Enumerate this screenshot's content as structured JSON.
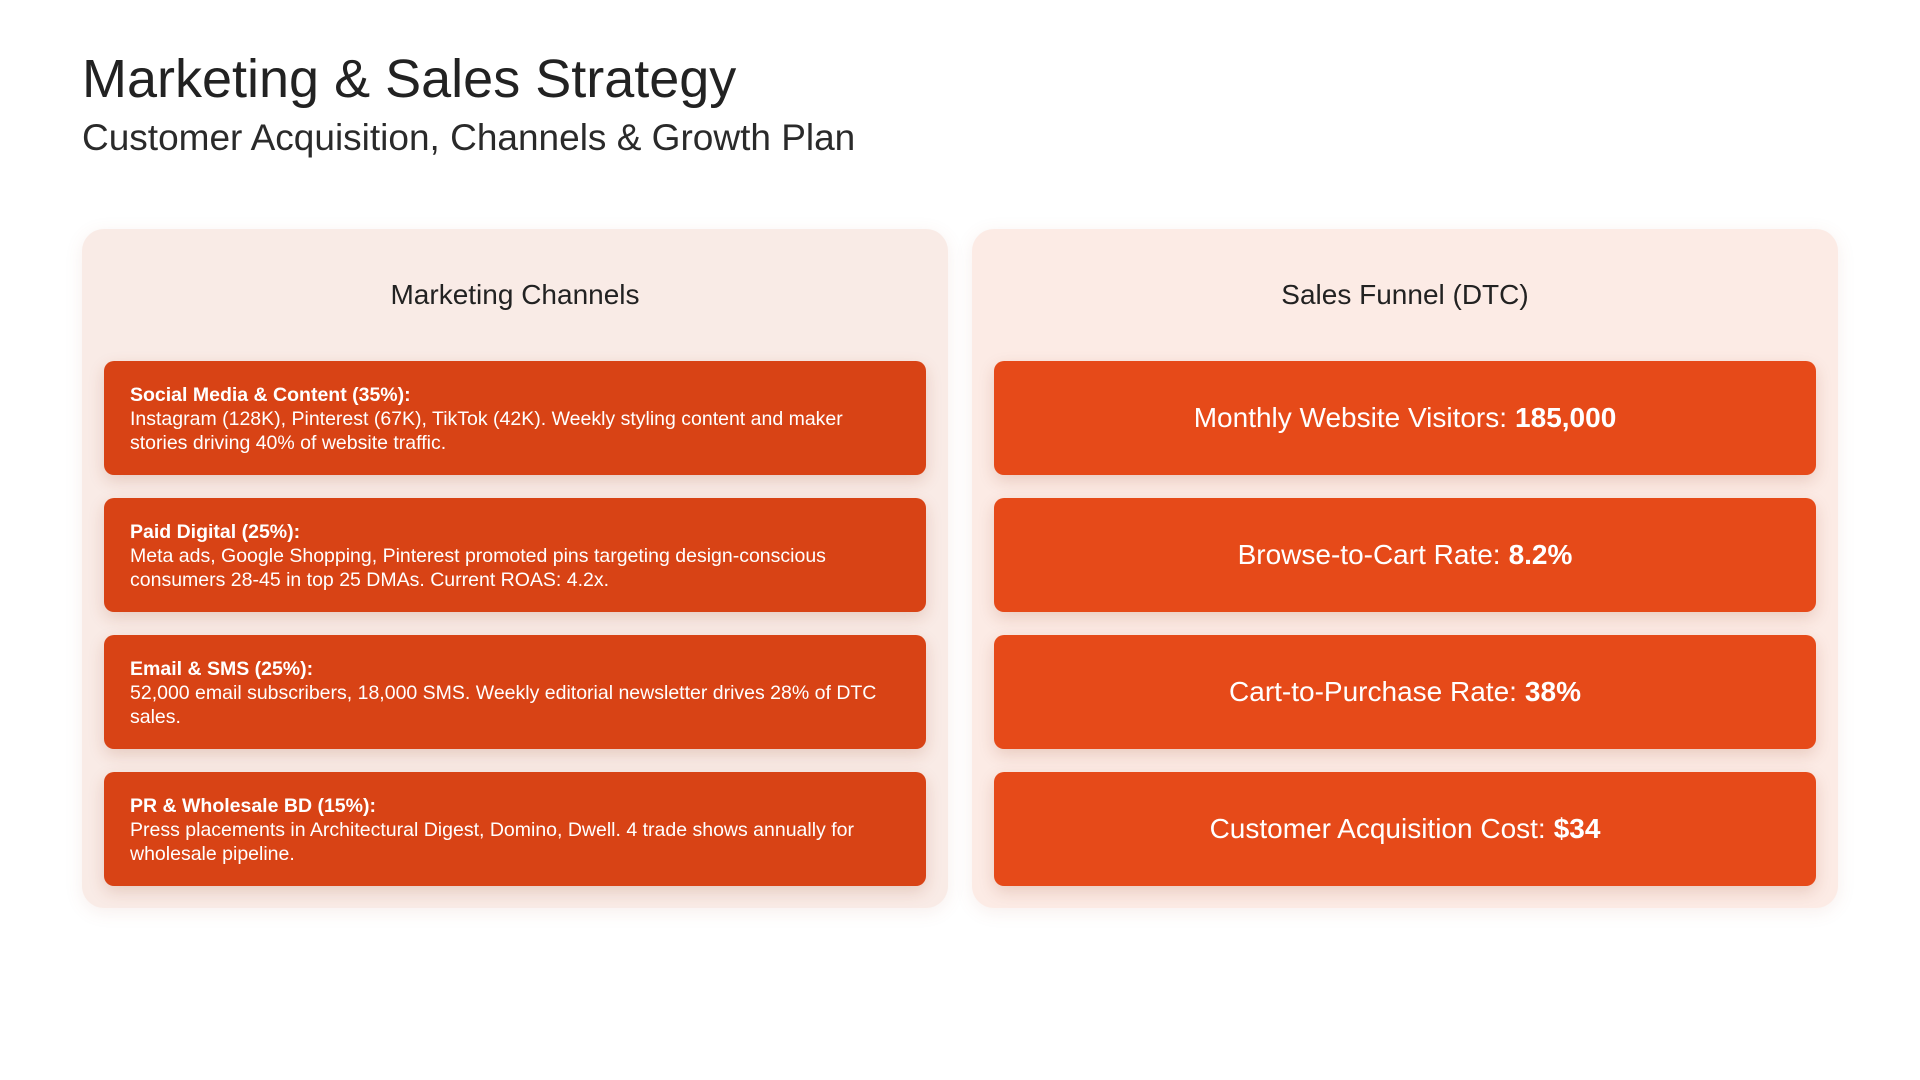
{
  "header": {
    "title": "Marketing & Sales Strategy",
    "subtitle": "Customer Acquisition, Channels & Growth Plan"
  },
  "channels": {
    "heading": "Marketing Channels",
    "items": [
      {
        "title": "Social Media & Content (35%):",
        "text": "Instagram (128K), Pinterest (67K), TikTok (42K). Weekly styling content and maker stories driving 40% of website traffic."
      },
      {
        "title": "Paid Digital (25%):",
        "text": "Meta ads, Google Shopping, Pinterest promoted pins targeting design-conscious consumers 28-45 in top 25 DMAs. Current ROAS: 4.2x."
      },
      {
        "title": "Email & SMS (25%):",
        "text": "52,000 email subscribers, 18,000 SMS. Weekly editorial newsletter drives 28% of DTC sales."
      },
      {
        "title": "PR & Wholesale BD (15%):",
        "text": "Press placements in Architectural Digest, Domino, Dwell. 4 trade shows annually for wholesale pipeline."
      }
    ]
  },
  "funnel": {
    "heading": "Sales Funnel (DTC)",
    "items": [
      {
        "label": "Monthly Website Visitors:",
        "value": "185,000"
      },
      {
        "label": "Browse-to-Cart Rate:",
        "value": "8.2%"
      },
      {
        "label": "Cart-to-Purchase Rate:",
        "value": "38%"
      },
      {
        "label": "Customer Acquisition Cost:",
        "value": "$34"
      }
    ]
  },
  "colors": {
    "channel_card": "#d84315",
    "funnel_card": "#e64a19",
    "panel_bg": "#f9ebe6"
  }
}
